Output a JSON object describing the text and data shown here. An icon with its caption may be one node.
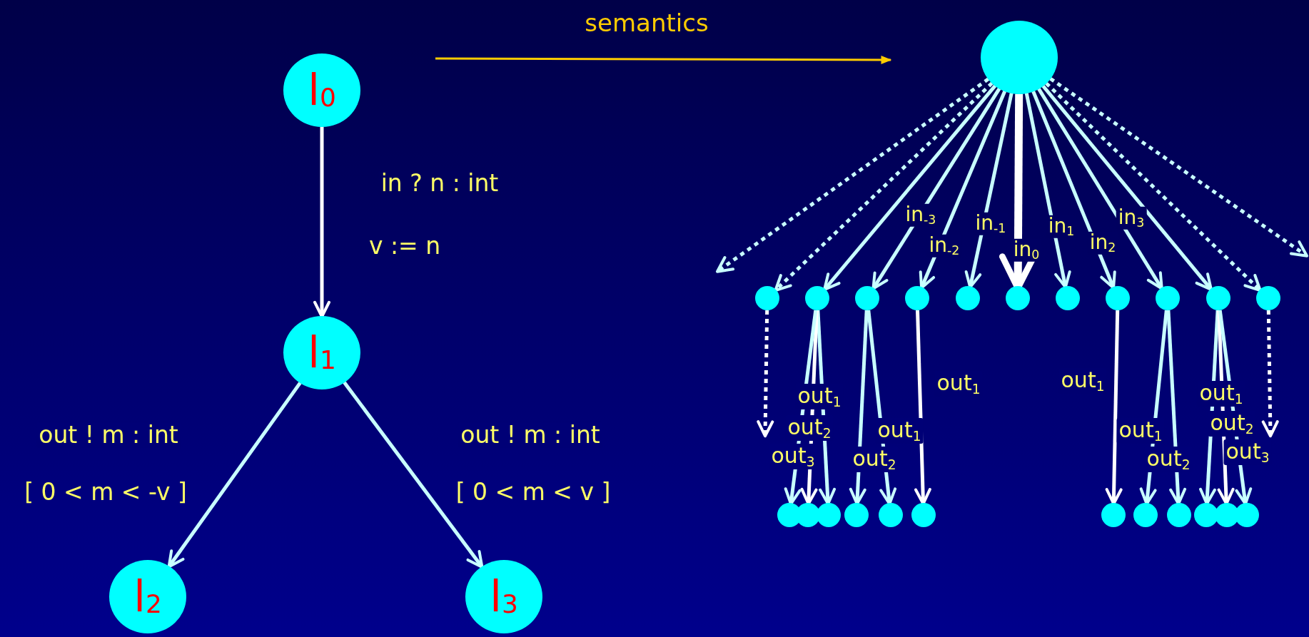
{
  "diagram": {
    "nodes": [
      {
        "text": [
          "l$_{0}$"
        ]
      },
      {
        "text": [
          "l$_{1}$"
        ]
      },
      {
        "text": [
          "l$_{2}$"
        ]
      },
      {
        "text": [
          "l$_{3}$"
        ]
      },
      {
        "text": [],
        "shape": "circle"
      },
      {
        "text": [],
        "shape": "circle"
      },
      {
        "text": [],
        "shape": "circle"
      },
      {
        "text": [],
        "shape": "circle"
      },
      {
        "text": [],
        "shape": "circle"
      },
      {
        "text": [],
        "shape": "circle"
      },
      {
        "text": [],
        "shape": "circle"
      },
      {
        "text": [],
        "shape": "circle"
      },
      {
        "text": [],
        "shape": "circle"
      },
      {
        "text": [],
        "shape": "circle"
      },
      {
        "text": [],
        "shape": "circle"
      },
      {
        "text": [],
        "shape": "circle"
      },
      {
        "text": [],
        "shape": "circle"
      },
      {
        "text": [],
        "shape": "circle"
      },
      {
        "text": [],
        "shape": "circle"
      },
      {
        "text": [],
        "shape": "circle"
      },
      {
        "text": [],
        "shape": "circle"
      },
      {
        "text": [],
        "shape": "circle"
      },
      {
        "text": [],
        "shape": "circle"
      },
      {
        "text": [],
        "shape": "circle"
      },
      {
        "text": [],
        "shape": "circle"
      },
      {
        "text": [],
        "shape": "circle"
      },
      {
        "text": [],
        "shape": "circle"
      },
      {
        "text": [],
        "shape": "circle"
      }
    ],
    "edges": [
      {
        "from": 0,
        "to": 1,
        "arrow": "to",
        "label": "in ? n : int",
        "color": "#ffffff"
      },
      {
        "from": 1,
        "to": 2,
        "arrow": "to",
        "label": "out ! m : int"
      },
      {
        "from": 1,
        "to": 3,
        "arrow": "to",
        "label": "out ! m : int"
      },
      {
        "from": 4,
        "to": null,
        "arrow": "to",
        "style": "dashed"
      },
      {
        "from": 4,
        "to": 5,
        "arrow": "to",
        "style": "dashed"
      },
      {
        "from": 4,
        "to": 6,
        "arrow": "to"
      },
      {
        "from": 4,
        "to": 7,
        "arrow": "to",
        "label": "in$_{-3}$"
      },
      {
        "from": 4,
        "to": 8,
        "arrow": "to",
        "label": "in$_{-2}$"
      },
      {
        "from": 4,
        "to": 9,
        "arrow": "to",
        "label": "in$_{-1}$"
      },
      {
        "from": 4,
        "to": 10,
        "arrow": "to",
        "label": "in$_{0}$",
        "color": "#ffffff",
        "style": "thick"
      },
      {
        "from": 4,
        "to": 11,
        "arrow": "to",
        "label": "in$_{1}$"
      },
      {
        "from": 4,
        "to": 12,
        "arrow": "to",
        "label": "in$_{2}$"
      },
      {
        "from": 4,
        "to": 13,
        "arrow": "to",
        "label": "in$_{3}$"
      },
      {
        "from": 4,
        "to": 14,
        "arrow": "to"
      },
      {
        "from": 4,
        "to": 15,
        "arrow": "to",
        "style": "dashed"
      },
      {
        "from": 4,
        "to": null,
        "arrow": "to",
        "style": "dashed"
      },
      {
        "from": 5,
        "to": null,
        "arrow": "to",
        "style": "dashed",
        "color": "#ffffff"
      },
      {
        "from": 6,
        "to": 18,
        "arrow": "to",
        "label": "out$_{1}$"
      },
      {
        "from": 6,
        "to": 17,
        "arrow": "to",
        "label": "out$_{2}$",
        "color": "#ffffff"
      },
      {
        "from": 6,
        "to": 16,
        "arrow": "to",
        "label": "out$_{3}$"
      },
      {
        "from": 7,
        "to": 20,
        "arrow": "to",
        "label": "out$_{1}$"
      },
      {
        "from": 7,
        "to": 19,
        "arrow": "to",
        "label": "out$_{2}$"
      },
      {
        "from": 8,
        "to": 21,
        "arrow": "to",
        "label": "out$_{1}$",
        "color": "#ffffff"
      },
      {
        "from": 12,
        "to": 22,
        "arrow": "to",
        "label": "out$_{1}$",
        "color": "#ffffff"
      },
      {
        "from": 13,
        "to": 23,
        "arrow": "to",
        "label": "out$_{1}$"
      },
      {
        "from": 13,
        "to": 24,
        "arrow": "to",
        "label": "out$_{2}$"
      },
      {
        "from": 14,
        "to": 25,
        "arrow": "to",
        "label": "out$_{1}$"
      },
      {
        "from": 14,
        "to": 26,
        "arrow": "to",
        "label": "out$_{2}$",
        "color": "#ffffff"
      },
      {
        "from": 14,
        "to": 27,
        "arrow": "to",
        "label": "out$_{3}$"
      },
      {
        "from": 15,
        "to": null,
        "arrow": "to",
        "style": "dashed",
        "color": "#ffffff"
      }
    ],
    "labels": [
      "semantics",
      "v := n",
      "[ 0 < m < -v ]",
      "[ 0 < m < v ]"
    ]
  }
}
